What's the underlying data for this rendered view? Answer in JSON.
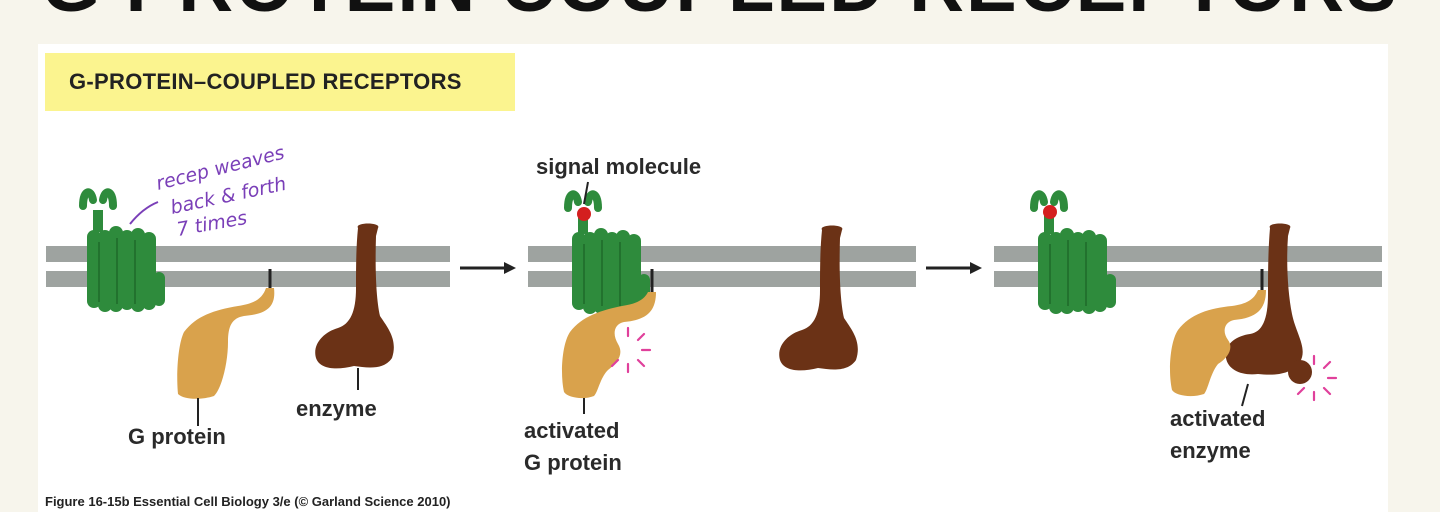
{
  "slide": {
    "title": "G PROTEIN COUPLED RECEPTORS"
  },
  "figure": {
    "header": "G-PROTEIN–COUPLED  RECEPTORS",
    "handwritten_note": [
      "recep weaves",
      "back & forth",
      "7 times"
    ],
    "labels": {
      "g_protein": "G protein",
      "enzyme": "enzyme",
      "signal_molecule": "signal molecule",
      "activated_g_protein_line1": "activated",
      "activated_g_protein_line2": "G protein",
      "activated_enzyme_line1": "activated",
      "activated_enzyme_line2": "enzyme"
    },
    "credit": "Figure 16-15b  Essential Cell Biology 3/e (© Garland Science 2010)"
  },
  "colors": {
    "receptor": "#2e8b3c",
    "g_protein": "#d9a24c",
    "enzyme": "#6b3216",
    "membrane": "#9ea3a0",
    "signal": "#d41f1f",
    "activation_burst": "#e0409b",
    "header_bg": "#fbf48f"
  }
}
